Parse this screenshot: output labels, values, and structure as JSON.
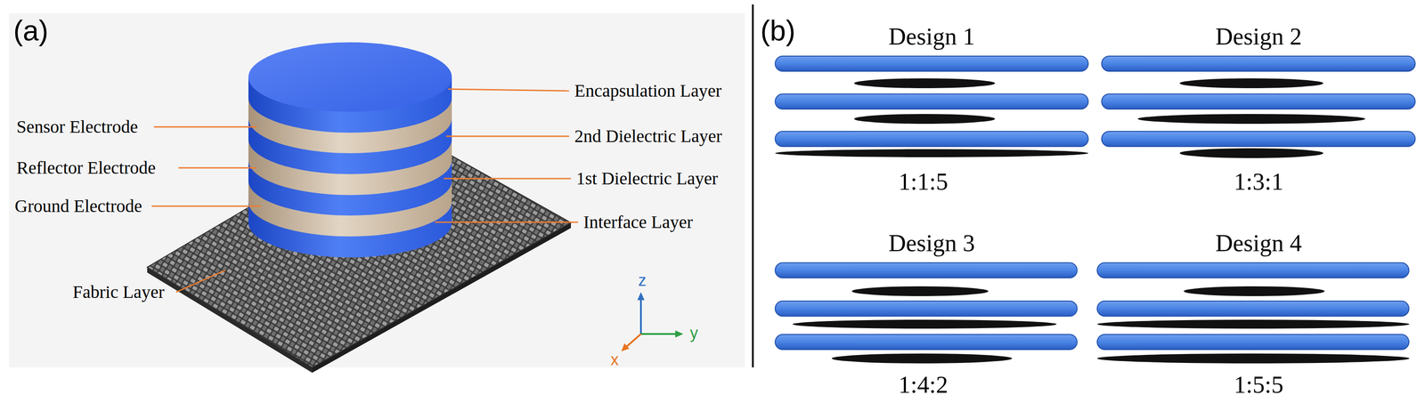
{
  "diagram": {
    "labels": [
      "(a)",
      "Sensor Electrode",
      "Reflector Electrode",
      "Ground Electrode",
      "Fabric Layer",
      "Encapsulation Layer",
      "2nd Dielectric Layer",
      "1st Dielectric Layer",
      "Interface Layer",
      "z",
      "y",
      "x",
      "(b)",
      "Design 1",
      "Design 2",
      "Design 3",
      "Design 4",
      "1:1:5",
      "1:3:1",
      "1:4:2",
      "1:5:5"
    ]
  }
}
